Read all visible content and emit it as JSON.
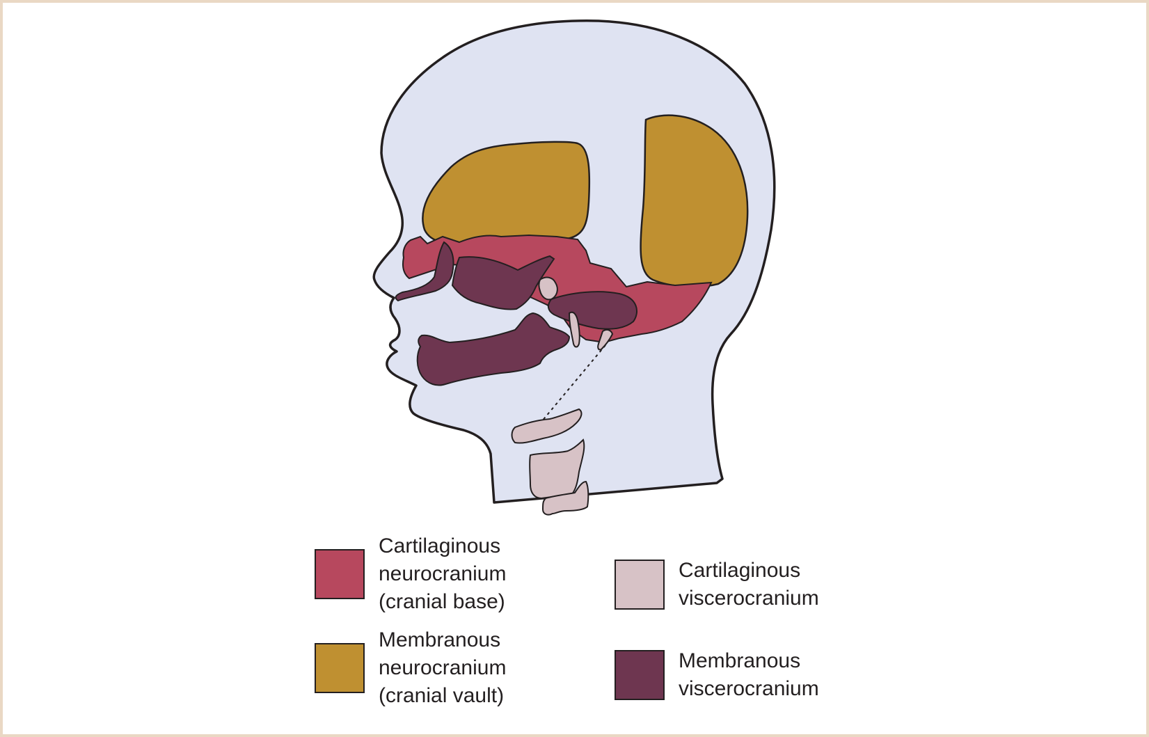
{
  "colors": {
    "frame_border": "#ead8c4",
    "skin": "#dfe3f2",
    "outline": "#231f20",
    "cartilaginous_neurocranium": "#b7485e",
    "membranous_neurocranium": "#bf9031",
    "cartilaginous_viscerocranium": "#d7c2c6",
    "membranous_viscerocranium": "#6e3650"
  },
  "legend": [
    {
      "key": "cartilaginous_neurocranium",
      "lines": [
        "Cartilaginous",
        "neurocranium",
        "(cranial base)"
      ],
      "color": "#b7485e"
    },
    {
      "key": "membranous_neurocranium",
      "lines": [
        "Membranous",
        "neurocranium",
        "(cranial vault)"
      ],
      "color": "#bf9031"
    },
    {
      "key": "cartilaginous_viscerocranium",
      "lines": [
        "Cartilaginous",
        "viscerocranium"
      ],
      "color": "#d7c2c6"
    },
    {
      "key": "membranous_viscerocranium",
      "lines": [
        "Membranous",
        "viscerocranium"
      ],
      "color": "#6e3650"
    }
  ]
}
